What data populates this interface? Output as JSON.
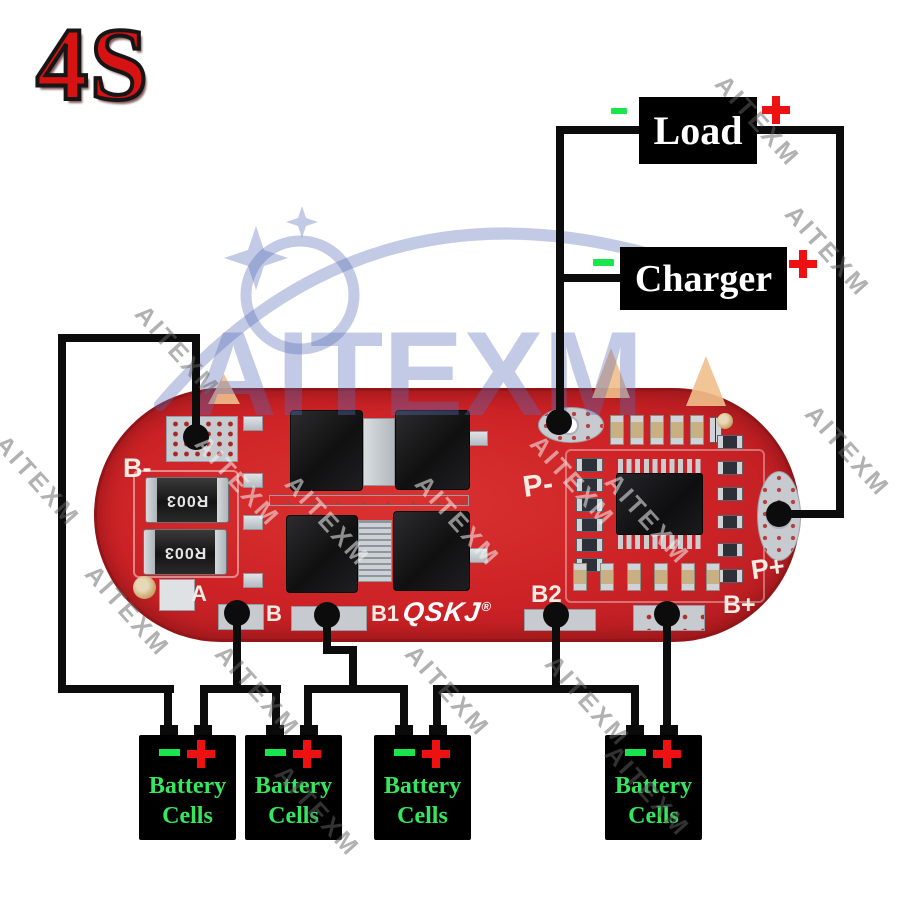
{
  "badge": {
    "label": "4S"
  },
  "watermark": {
    "brand": "AITEXM"
  },
  "connections": {
    "load": {
      "label": "Load",
      "minus": "-",
      "plus": "+"
    },
    "charger": {
      "label": "Charger",
      "minus": "-",
      "plus": "+"
    }
  },
  "board": {
    "brand": "QSKJ",
    "registered": "®",
    "shunt_resistor_1": "R003",
    "shunt_resistor_2": "R003",
    "labels": {
      "b_minus": "B-",
      "a": "A",
      "b": "B",
      "b1": "B1",
      "b2": "B2",
      "b2_pad": "B2",
      "b_plus": "B+",
      "p_minus": "P-",
      "p_plus": "P+"
    }
  },
  "batteries": [
    {
      "line1": "Battery",
      "line2": "Cells",
      "minus": "-",
      "plus": "+"
    },
    {
      "line1": "Battery",
      "line2": "Cells",
      "minus": "-",
      "plus": "+"
    },
    {
      "line1": "Battery",
      "line2": "Cells",
      "minus": "-",
      "plus": "+"
    },
    {
      "line1": "Battery",
      "line2": "Cells",
      "minus": "-",
      "plus": "+"
    }
  ],
  "colors": {
    "pcb_red": "#cc2226",
    "plus_red": "#ee1111",
    "minus_green": "#19e54d",
    "battery_text_green": "#35e75f",
    "watermark_periwinkle": "#c6cce8",
    "badge_red": "#d61212"
  }
}
